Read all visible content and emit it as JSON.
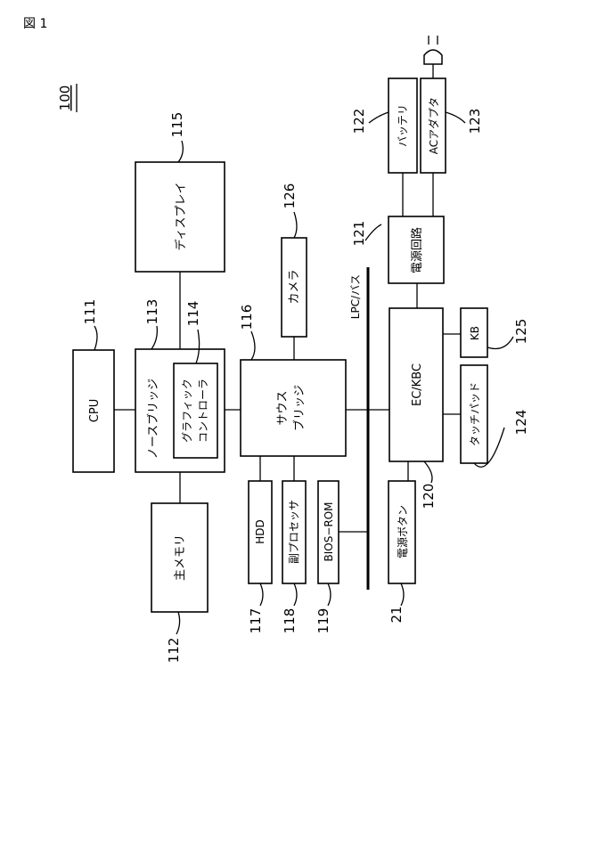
{
  "figure_label": "図 1",
  "system_ref": "100",
  "bus_label": "LPC/バス",
  "blocks": {
    "cpu": "CPU",
    "main_memory": "主メモリ",
    "north_bridge": "ノースブリッジ",
    "graphics_controller_line1": "グラフィック",
    "graphics_controller_line2": "コントローラ",
    "display": "ディスプレイ",
    "south_bridge_line1": "サウス",
    "south_bridge_line2": "ブリッジ",
    "camera": "カメラ",
    "hdd": "HDD",
    "sub_processor": "副プロセッサ",
    "bios_rom": "BIOS−ROM",
    "power_circuit": "電源回路",
    "battery": "バッテリ",
    "ac_adapter": "ACアダプタ",
    "ec_kbc": "EC/KBC",
    "kb": "KB",
    "touch_pad": "タッチパッド",
    "power_button": "電源ボタン"
  },
  "refs": {
    "cpu": "111",
    "main_memory": "112",
    "north_bridge": "113",
    "graphics_controller": "114",
    "display": "115",
    "south_bridge": "116",
    "hdd": "117",
    "sub_processor": "118",
    "bios_rom": "119",
    "ec_kbc": "120",
    "power_circuit": "121",
    "battery": "122",
    "ac_adapter": "123",
    "touch_pad": "124",
    "kb": "125",
    "camera": "126",
    "power_button": "21"
  }
}
